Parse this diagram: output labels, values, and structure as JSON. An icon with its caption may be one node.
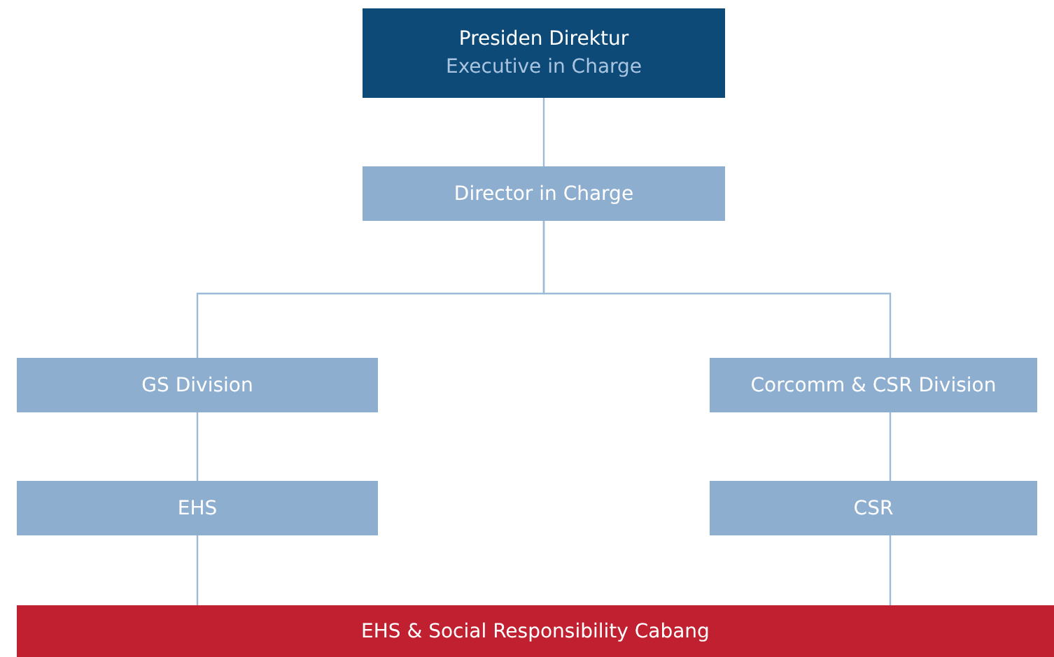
{
  "diagram": {
    "nodes": [
      {
        "text": [
          "Presiden Direktur",
          "Executive in Charge"
        ]
      },
      {
        "text": [
          "Director in Charge"
        ]
      },
      {
        "text": [
          "GS Division"
        ]
      },
      {
        "text": [
          "Corcomm & CSR Division"
        ]
      },
      {
        "text": [
          "EHS"
        ]
      },
      {
        "text": [
          "CSR"
        ]
      },
      {
        "text": [
          "EHS & Social Responsibility Cabang"
        ]
      }
    ],
    "edges": [
      {
        "from": 0,
        "to": 1,
        "arrow": "none"
      },
      {
        "from": 1,
        "to": 2,
        "arrow": "none"
      },
      {
        "from": 1,
        "to": 3,
        "arrow": "none"
      },
      {
        "from": 2,
        "to": 4,
        "arrow": "none"
      },
      {
        "from": 3,
        "to": 5,
        "arrow": "none"
      },
      {
        "from": 4,
        "to": 6,
        "arrow": "none"
      },
      {
        "from": 5,
        "to": 6,
        "arrow": "none"
      }
    ]
  }
}
